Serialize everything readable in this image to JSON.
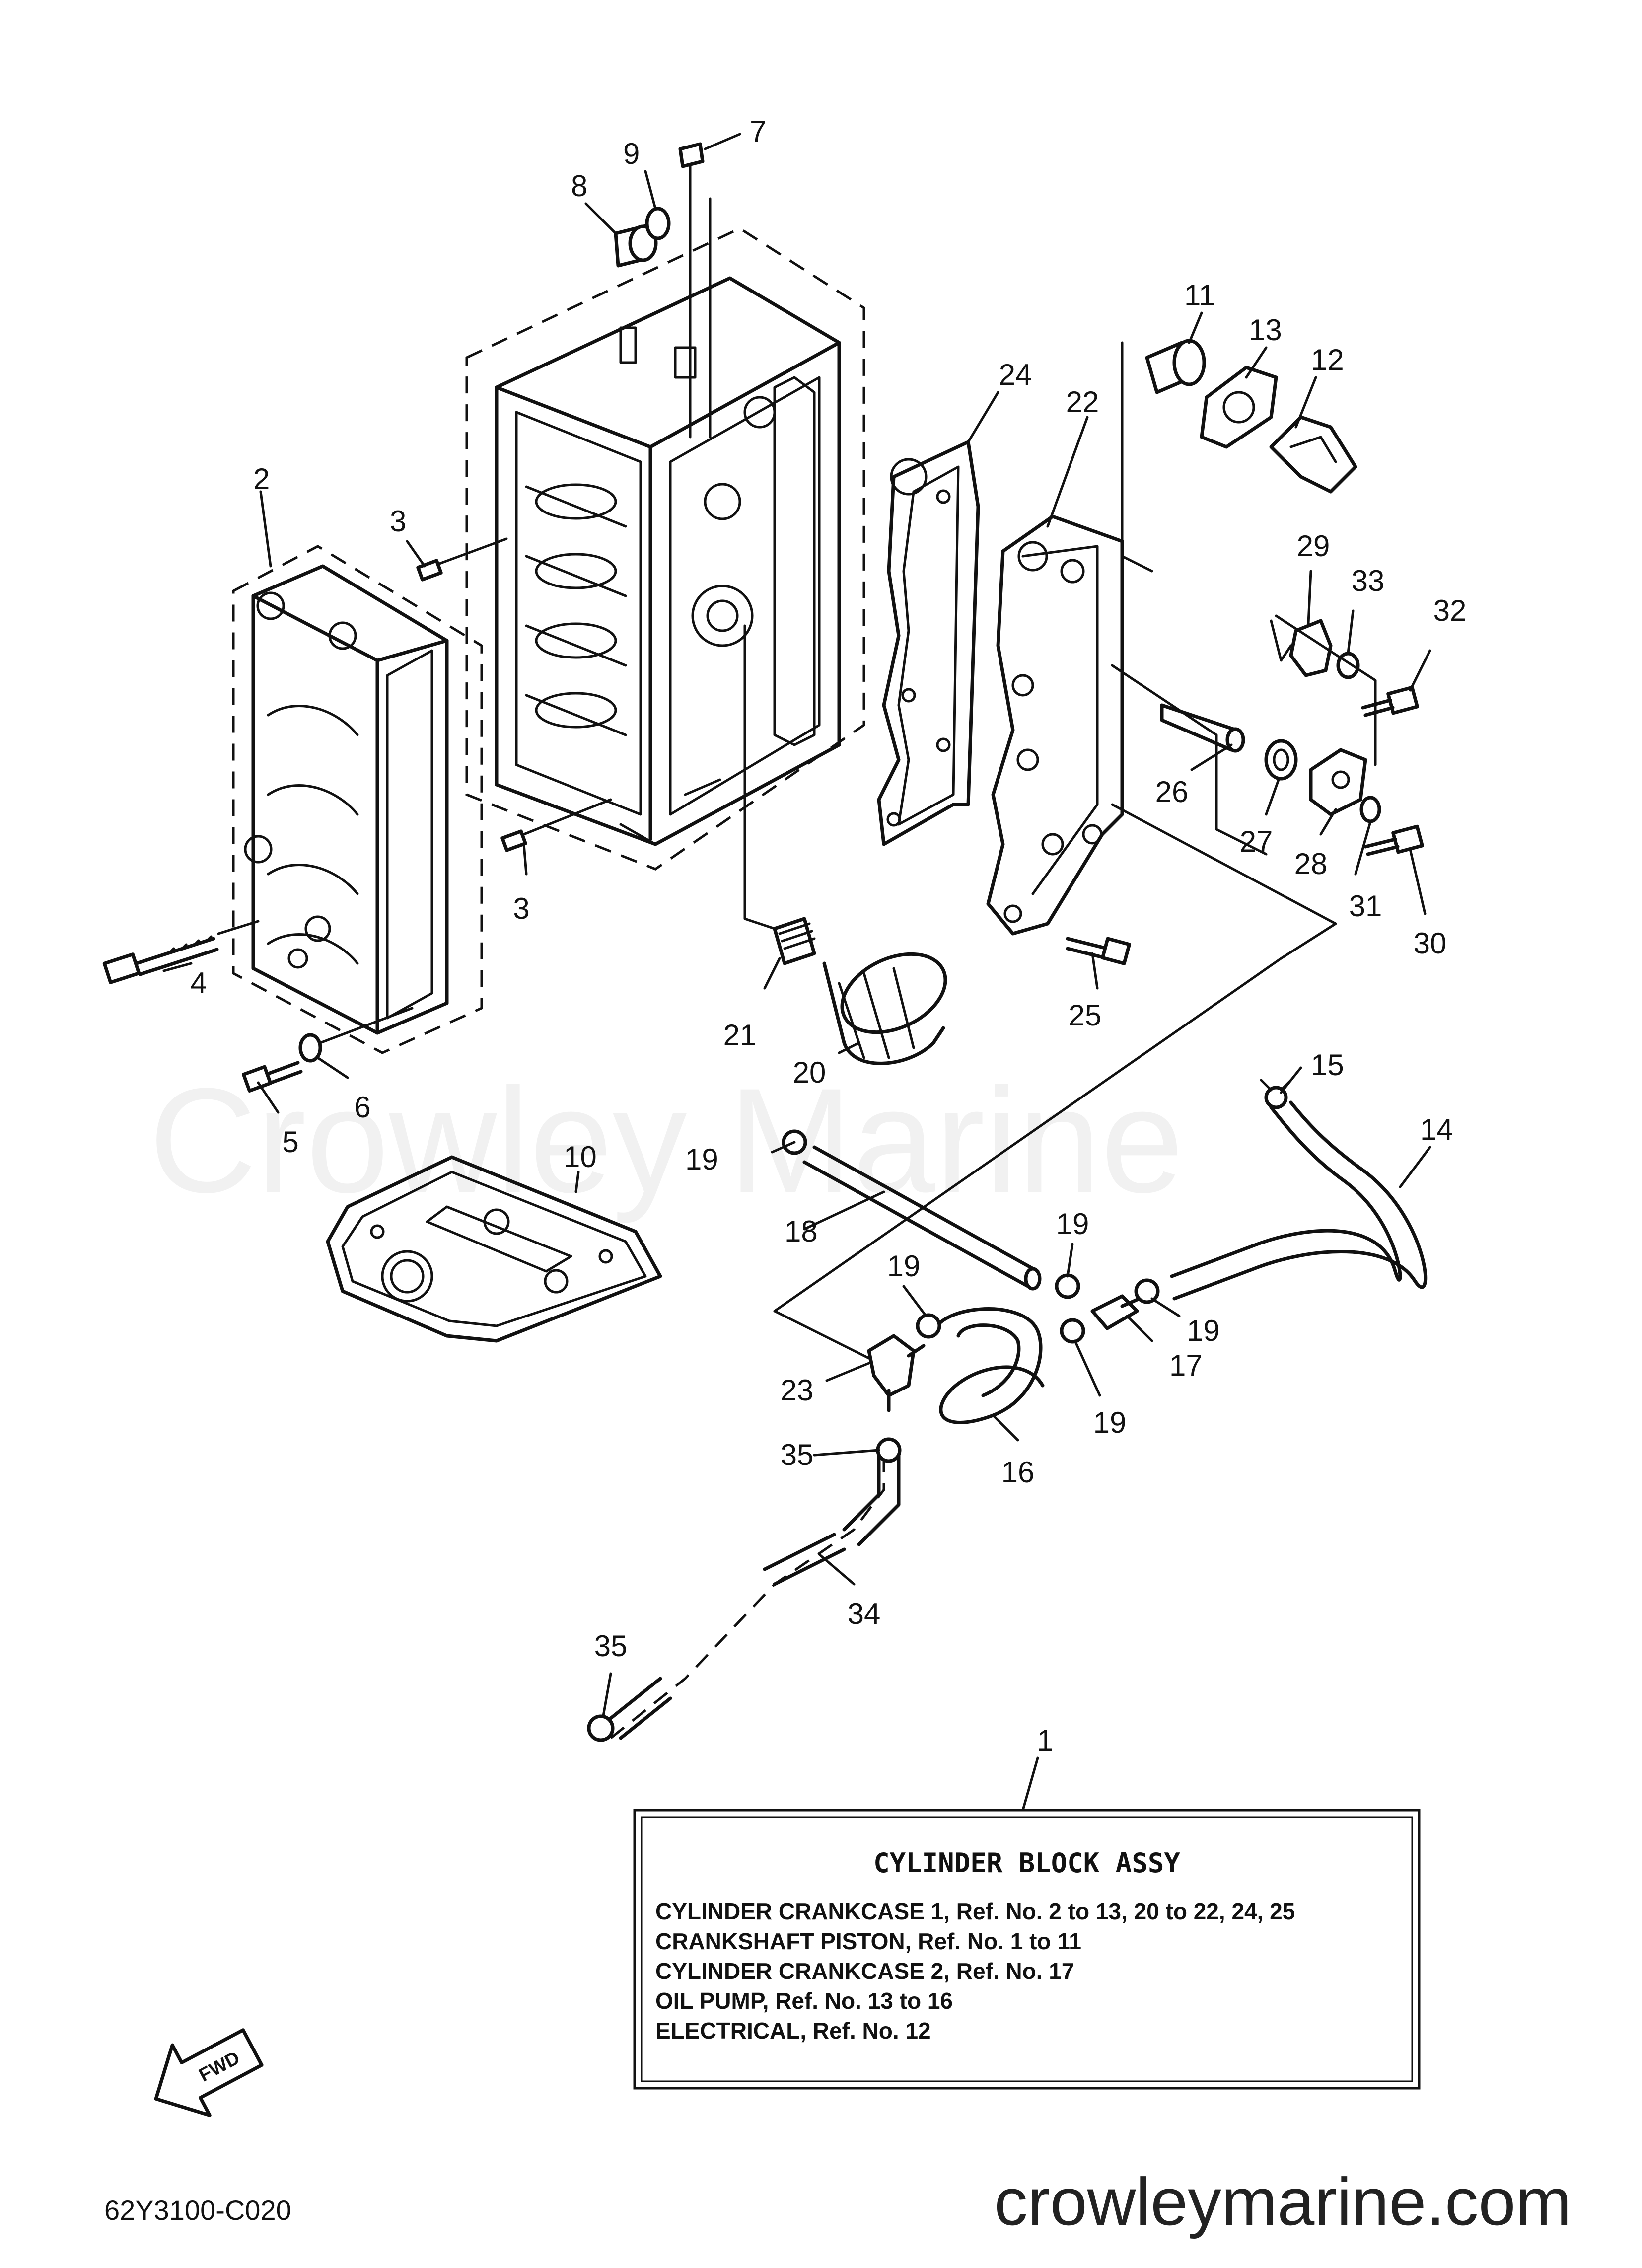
{
  "watermark": "Crowley Marine",
  "website": "crowleymarine.com",
  "diagram_code": "62Y3100-C020",
  "fwd_arrow": "FWD",
  "info_box": {
    "title": "CYLINDER BLOCK ASSY",
    "lines": [
      "CYLINDER CRANKCASE 1, Ref. No. 2 to 13, 20 to 22, 24, 25",
      "CRANKSHAFT PISTON,      Ref. No. 1 to 11",
      "CYLINDER CRANKCASE 2, Ref. No. 17",
      "OIL PUMP,      Ref. No. 13 to 16",
      "ELECTRICAL, Ref. No. 12"
    ]
  },
  "callouts": {
    "c1": "1",
    "c2": "2",
    "c3a": "3",
    "c3b": "3",
    "c4": "4",
    "c5": "5",
    "c6": "6",
    "c7": "7",
    "c8": "8",
    "c9": "9",
    "c10": "10",
    "c11": "11",
    "c12": "12",
    "c13": "13",
    "c14": "14",
    "c15": "15",
    "c16": "16",
    "c17": "17",
    "c18": "18",
    "c19a": "19",
    "c19b": "19",
    "c19c": "19",
    "c19d": "19",
    "c19e": "19",
    "c20": "20",
    "c21": "21",
    "c22": "22",
    "c23": "23",
    "c24": "24",
    "c25": "25",
    "c26": "26",
    "c27": "27",
    "c28": "28",
    "c29": "29",
    "c30": "30",
    "c31": "31",
    "c32": "32",
    "c33": "33",
    "c34": "34",
    "c35a": "35",
    "c35b": "35"
  }
}
